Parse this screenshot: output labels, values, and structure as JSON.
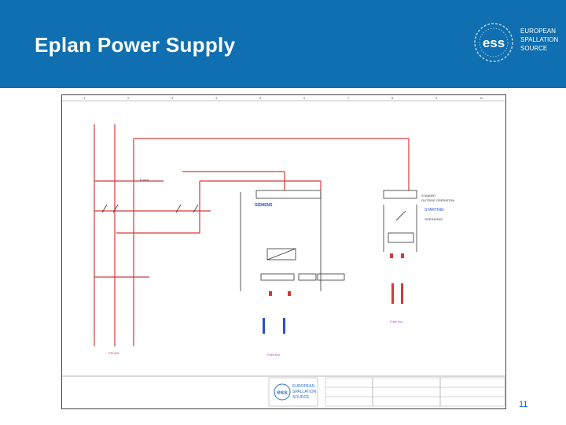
{
  "slide": {
    "title": "Eplan Power Supply",
    "page_number": "11"
  },
  "logo": {
    "mark": "ess",
    "lines": [
      "EUROPEAN",
      "SPALLATION",
      "SOURCE"
    ]
  },
  "colors": {
    "header": "#0f6fb0",
    "wire_red": "#d23a3a",
    "drawing_line": "#333333",
    "annotation_blue": "#2a4fd0",
    "annotation_magenta": "#c032c0"
  },
  "schematic": {
    "col_numbers": [
      "1",
      "2",
      "3",
      "4",
      "5",
      "6",
      "7",
      "8",
      "9",
      "10"
    ],
    "labels": {
      "siemens": "SIEMENS",
      "standby": "STANDBY",
      "starting": "STARTING",
      "outside_operation": "OUTSIDE OPERATION",
      "operating": "OPERATING",
      "eplan": "EPLAN",
      "fused": "Fused",
      "fuse_box_left": "Fuse box",
      "fuse_box_right": "Fuse box"
    },
    "title_block": {
      "mark": "ess",
      "lines": [
        "EUROPEAN",
        "SPALLATION",
        "SOURCE"
      ]
    }
  }
}
